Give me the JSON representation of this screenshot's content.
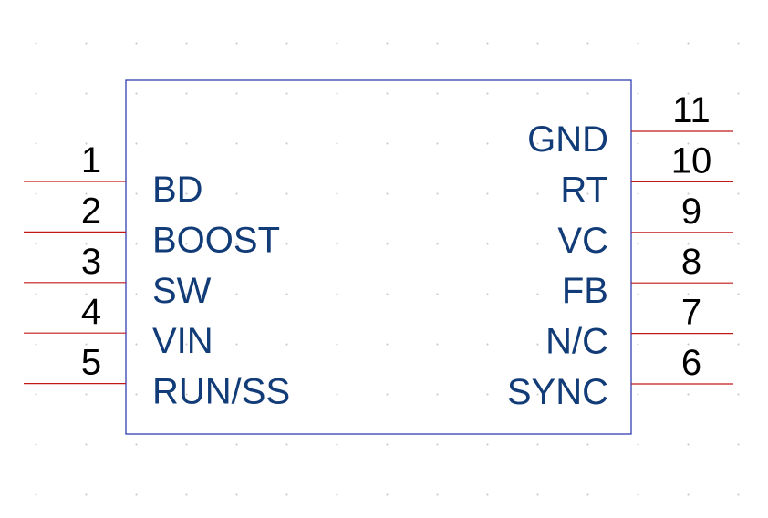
{
  "component": {
    "body_color": "#2030a8",
    "pin_line_color": "#c01818",
    "name_color": "#123c78",
    "number_color": "#000000",
    "left_pins": [
      {
        "number": "1",
        "name": "BD"
      },
      {
        "number": "2",
        "name": "BOOST"
      },
      {
        "number": "3",
        "name": "SW"
      },
      {
        "number": "4",
        "name": "VIN"
      },
      {
        "number": "5",
        "name": "RUN/SS"
      }
    ],
    "right_pins": [
      {
        "number": "11",
        "name": "GND"
      },
      {
        "number": "10",
        "name": "RT"
      },
      {
        "number": "9",
        "name": "VC"
      },
      {
        "number": "8",
        "name": "FB"
      },
      {
        "number": "7",
        "name": "N/C"
      },
      {
        "number": "6",
        "name": "SYNC"
      }
    ]
  }
}
